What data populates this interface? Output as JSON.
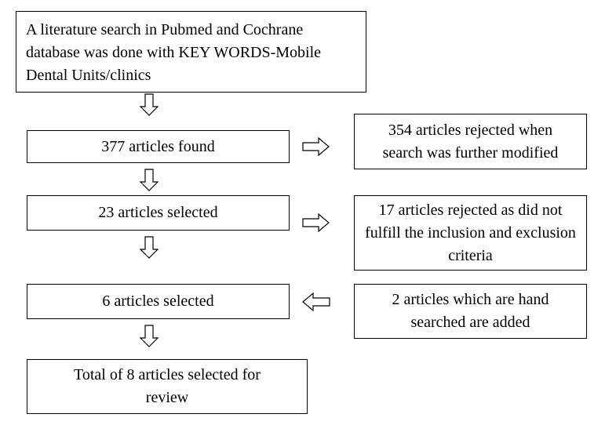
{
  "boxes": {
    "search": "A literature search in Pubmed and Cochrane database was done with KEY WORDS-Mobile Dental Units/clinics",
    "found": "377 articles found",
    "rejected_search": "354 articles rejected when search was further modified",
    "selected_23": "23 articles selected",
    "rejected_criteria": "17 articles rejected as did not fulfill the inclusion and exclusion criteria",
    "selected_6": "6 articles selected",
    "hand_searched": "2 articles which are hand searched are added",
    "total": "Total of 8 articles selected for review"
  }
}
